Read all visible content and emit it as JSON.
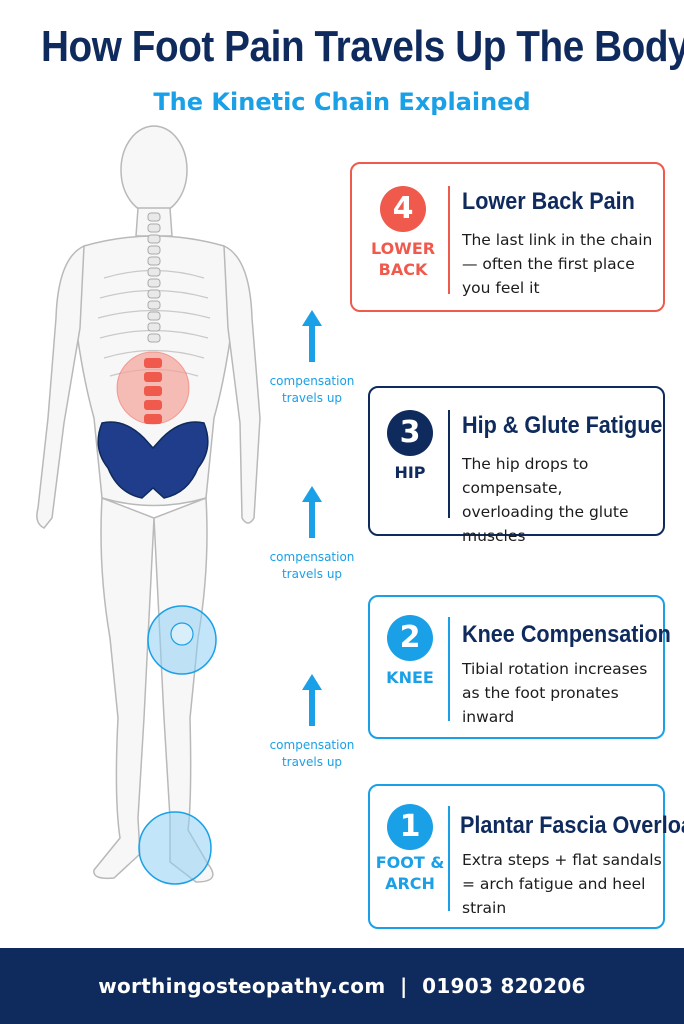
{
  "header": {
    "title": "How Foot Pain Travels Up The Body",
    "subtitle": "The Kinetic Chain Explained"
  },
  "colors": {
    "navy": "#0f2a5c",
    "blue": "#1aa0e6",
    "coral": "#ef5a4c"
  },
  "figure": {
    "description_icon": "skeleton-figure",
    "highlights": [
      "lower-back",
      "pelvis",
      "knee",
      "foot"
    ]
  },
  "cards": [
    {
      "number": "4",
      "tag": "LOWER\nBACK",
      "title": "Lower Back Pain",
      "desc": "The last link in the chain — often the first place you feel it",
      "accent": "#ef5a4c"
    },
    {
      "number": "3",
      "tag": "HIP",
      "title": "Hip & Glute Fatigue",
      "desc": "The hip drops to compensate, overloading the glute muscles",
      "accent": "#0f2a5c"
    },
    {
      "number": "2",
      "tag": "KNEE",
      "title": "Knee Compensation",
      "desc": "Tibial rotation increases as the foot pronates inward",
      "accent": "#1aa0e6"
    },
    {
      "number": "1",
      "tag": "FOOT &\nARCH",
      "title": "Plantar Fascia Overload",
      "desc": "Extra steps + flat sandals = arch fatigue and heel strain",
      "accent": "#1aa0e6"
    }
  ],
  "arrows": [
    {
      "label": "compensation travels up"
    },
    {
      "label": "compensation travels up"
    },
    {
      "label": "compensation travels up"
    }
  ],
  "footer": {
    "text": "worthingosteopathy.com  |  01903 820206"
  }
}
